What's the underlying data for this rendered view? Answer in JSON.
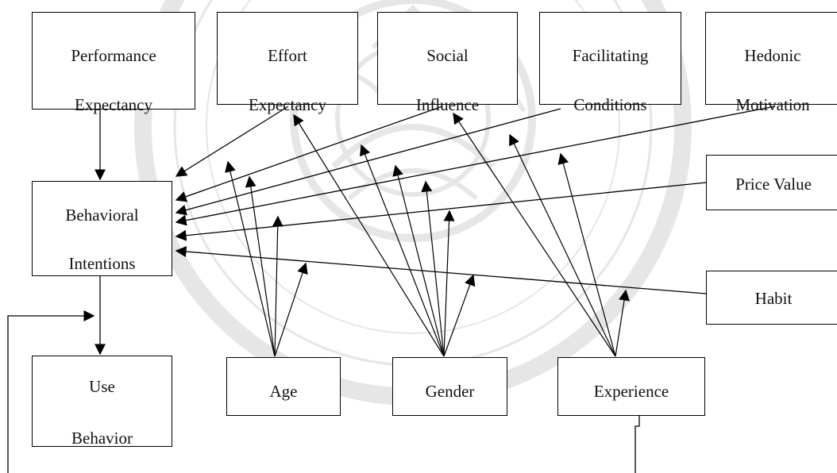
{
  "diagram": {
    "nodes": [
      {
        "id": "performance",
        "lines": [
          "Performance",
          "Expectancy"
        ]
      },
      {
        "id": "effort",
        "lines": [
          "Effort",
          "Expectancy"
        ]
      },
      {
        "id": "social",
        "lines": [
          "Social",
          "Influence"
        ]
      },
      {
        "id": "facilitating",
        "lines": [
          "Facilitating",
          "Conditions"
        ]
      },
      {
        "id": "hedonic",
        "lines": [
          "Hedonic",
          "Motivation"
        ]
      },
      {
        "id": "price",
        "lines": [
          "Price Value"
        ]
      },
      {
        "id": "habit",
        "lines": [
          "Habit"
        ]
      },
      {
        "id": "intentions",
        "lines": [
          "Behavioral",
          "Intentions"
        ]
      },
      {
        "id": "use",
        "lines": [
          "Use",
          "Behavior"
        ]
      },
      {
        "id": "age",
        "lines": [
          "Age"
        ]
      },
      {
        "id": "gender",
        "lines": [
          "Gender"
        ]
      },
      {
        "id": "experience",
        "lines": [
          "Experience"
        ]
      }
    ],
    "edges": [
      {
        "from": "performance",
        "to": "intentions"
      },
      {
        "from": "effort",
        "to": "intentions"
      },
      {
        "from": "social",
        "to": "intentions"
      },
      {
        "from": "facilitating",
        "to": "intentions"
      },
      {
        "from": "hedonic",
        "to": "intentions"
      },
      {
        "from": "price",
        "to": "intentions"
      },
      {
        "from": "habit",
        "to": "intentions"
      },
      {
        "from": "intentions",
        "to": "use"
      }
    ],
    "moderations": [
      {
        "moderator": "age",
        "targets": [
          "effort->intentions",
          "social->intentions",
          "facilitating->intentions",
          "hedonic->intentions"
        ]
      },
      {
        "moderator": "gender",
        "targets": [
          "effort->intentions",
          "social->intentions",
          "facilitating->intentions",
          "hedonic->intentions",
          "price->intentions",
          "habit->intentions"
        ]
      },
      {
        "moderator": "experience",
        "targets": [
          "social->intentions",
          "facilitating->intentions",
          "hedonic->intentions",
          "habit->intentions",
          "intentions->use"
        ]
      }
    ]
  }
}
